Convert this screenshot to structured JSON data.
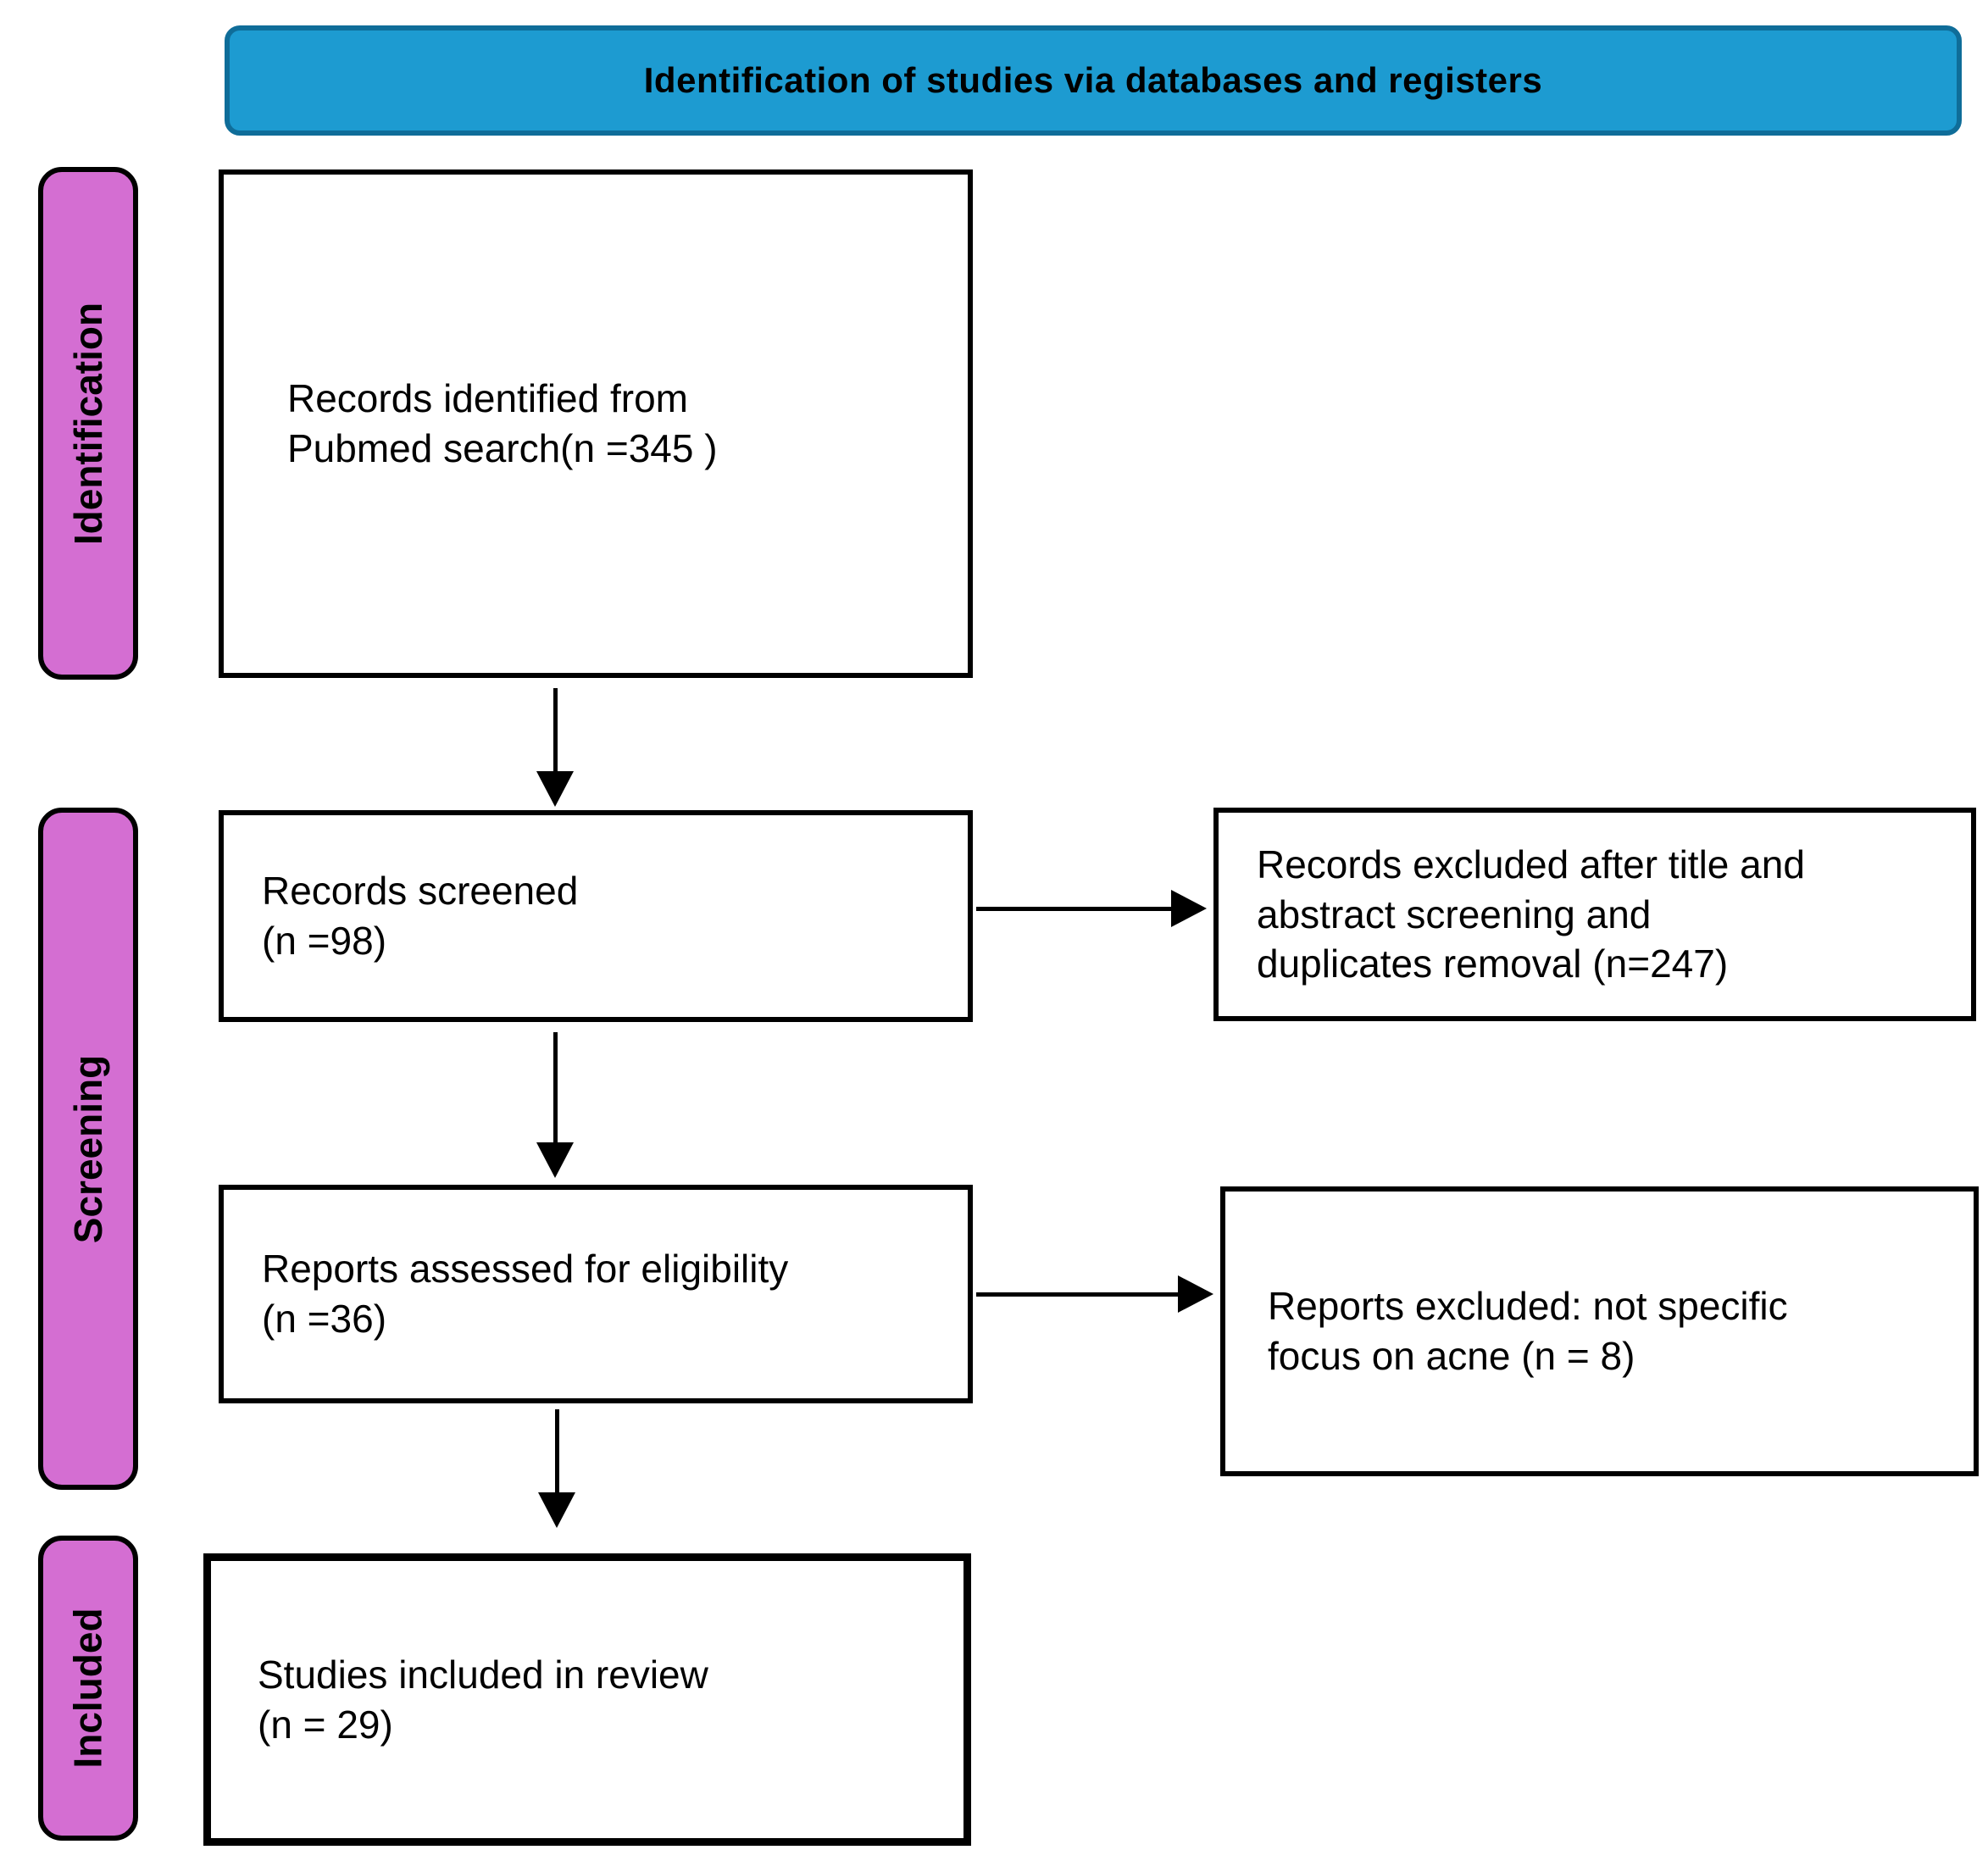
{
  "header": {
    "title": "Identification of studies via databases and registers"
  },
  "stages": {
    "identification": {
      "label": "Identification"
    },
    "screening": {
      "label": "Screening"
    },
    "included": {
      "label": "Included"
    }
  },
  "boxes": {
    "records_identified": {
      "text": "Records identified from\nPubmed search(n =345 )"
    },
    "records_screened": {
      "text": "Records screened\n(n =98)"
    },
    "records_excluded": {
      "text": "Records excluded after title and\nabstract screening and\nduplicates removal (n=247)"
    },
    "reports_assessed": {
      "text": "Reports assessed for eligibility\n(n =36)"
    },
    "reports_excluded": {
      "text": "Reports excluded: not specific\nfocus on acne (n = 8)"
    },
    "studies_included": {
      "text": "Studies included in review\n(n = 29)"
    }
  },
  "colors": {
    "header_fill": "#1d9bd1",
    "header_border": "#0f6d99",
    "stage_fill": "#d46ed2",
    "stage_border": "#000000",
    "box_fill": "#ffffff",
    "box_border": "#000000",
    "arrow": "#000000",
    "text": "#000000"
  }
}
